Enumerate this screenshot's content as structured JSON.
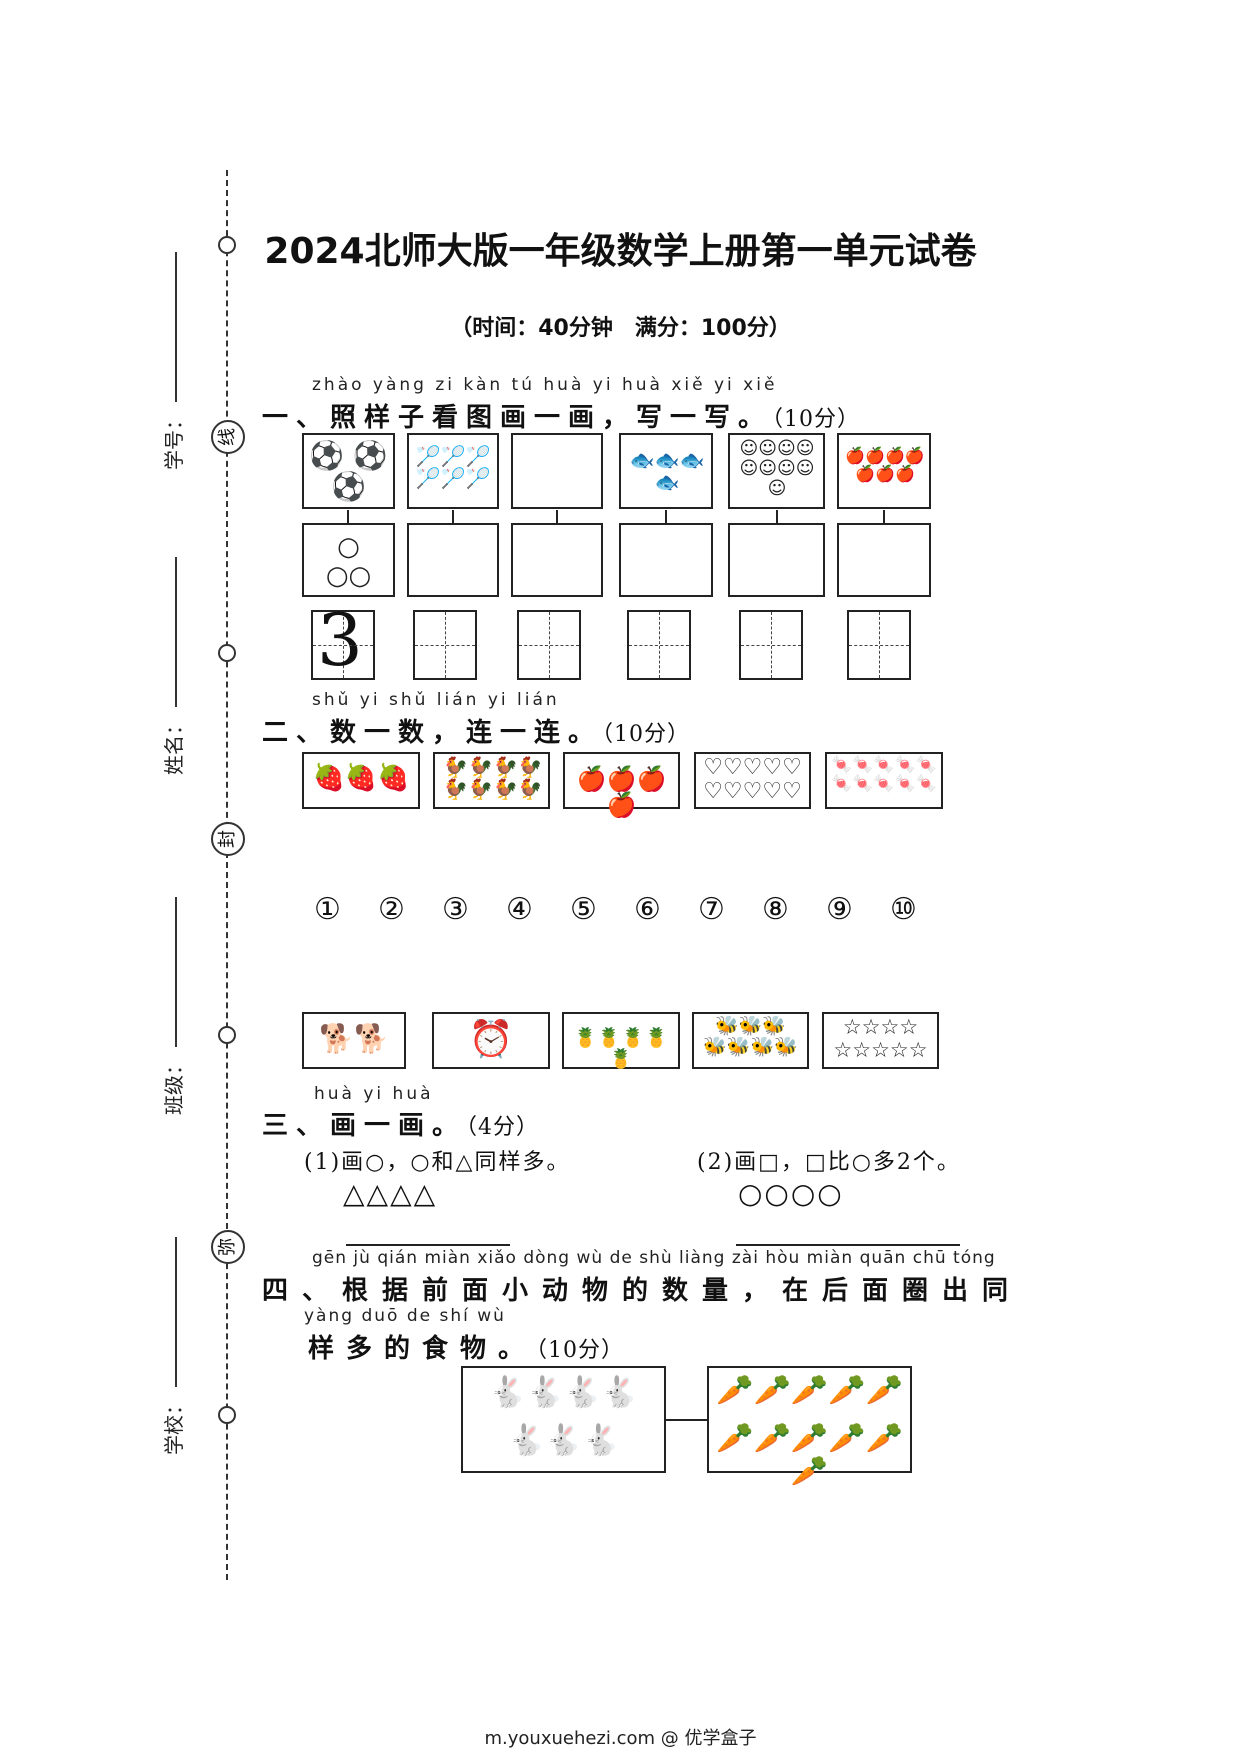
{
  "margin": {
    "seals": [
      "线",
      "封",
      "弥"
    ],
    "fields": [
      "学号：",
      "姓名：",
      "班级：",
      "学校："
    ]
  },
  "header": {
    "title": "2024北师大版一年级数学上册第一单元试卷",
    "subtitle": "（时间：40分钟　满分：100分）"
  },
  "q1": {
    "pinyin": "zhào yàng zi kàn tú huà yi huà   xiě yi xiě",
    "title": "一、照样子看图画一画，写一写。",
    "score": "（10分）",
    "example_digit": "3",
    "pictures": [
      {
        "icon": "soccer-ball",
        "glyphs": "⚽ ⚽ ⚽"
      },
      {
        "icon": "shuttlecock",
        "glyphs": "🏸🏸🏸🏸🏸🏸"
      },
      {
        "icon": "empty",
        "glyphs": ""
      },
      {
        "icon": "fish",
        "glyphs": "🐟🐟🐟🐟"
      },
      {
        "icon": "children",
        "glyphs": "☺☺☺☺☺☺☺☺☺"
      },
      {
        "icon": "apple",
        "glyphs": "🍎🍎🍎🍎🍎🍎🍎"
      }
    ],
    "example_circles": "○\n○○"
  },
  "q2": {
    "pinyin": "shǔ yi shǔ    lián yi lián",
    "title": "二、数一数，连一连。",
    "score": "（10分）",
    "top_pictures": [
      {
        "icon": "strawberry",
        "glyphs": "🍓🍓🍓"
      },
      {
        "icon": "rooster",
        "glyphs": "🐓🐓🐓🐓🐓🐓🐓🐓"
      },
      {
        "icon": "apple",
        "glyphs": "🍎🍎🍎🍎"
      },
      {
        "icon": "heart",
        "glyphs": "♡♡♡♡♡\n♡♡♡♡♡"
      },
      {
        "icon": "candy",
        "glyphs": "🍬🍬🍬🍬🍬\n🍬🍬🍬🍬🍬"
      }
    ],
    "numbers": [
      "①",
      "②",
      "③",
      "④",
      "⑤",
      "⑥",
      "⑦",
      "⑧",
      "⑨",
      "⑩"
    ],
    "bottom_pictures": [
      {
        "icon": "dog",
        "glyphs": "🐕🐕"
      },
      {
        "icon": "clock",
        "glyphs": "⏰"
      },
      {
        "icon": "pineapple",
        "glyphs": "🍍🍍🍍🍍🍍"
      },
      {
        "icon": "bee",
        "glyphs": "🐝🐝🐝\n🐝🐝🐝🐝"
      },
      {
        "icon": "star",
        "glyphs": "☆☆☆☆\n☆☆☆☆☆"
      }
    ]
  },
  "q3": {
    "pinyin": "huà yi huà",
    "title": "三、画一画。",
    "score": "（4分）",
    "part1": "(1)画○，○和△同样多。",
    "part1_shapes": "△△△△",
    "part2": "(2)画□，□比○多2个。",
    "part2_shapes": "○○○○"
  },
  "q4": {
    "pinyin1": "gēn jù  qián miàn xiǎo dòng wù  de  shù liàng   zài hòu miàn quān chū tóng",
    "title1": "四、根据前面小动物的数量，在后面圈出同",
    "pinyin2": "yàng duō  de  shí  wù",
    "title2": "样多的食物。",
    "score": "（10分）",
    "animals_top": "🐇🐇🐇🐇",
    "animals_bottom": "🐇🐇🐇",
    "carrots_top": "🥕🥕🥕🥕🥕",
    "carrots_bottom": "🥕🥕🥕🥕🥕🥕"
  },
  "footer": "m.youxuehezi.com @ 优学盒子"
}
